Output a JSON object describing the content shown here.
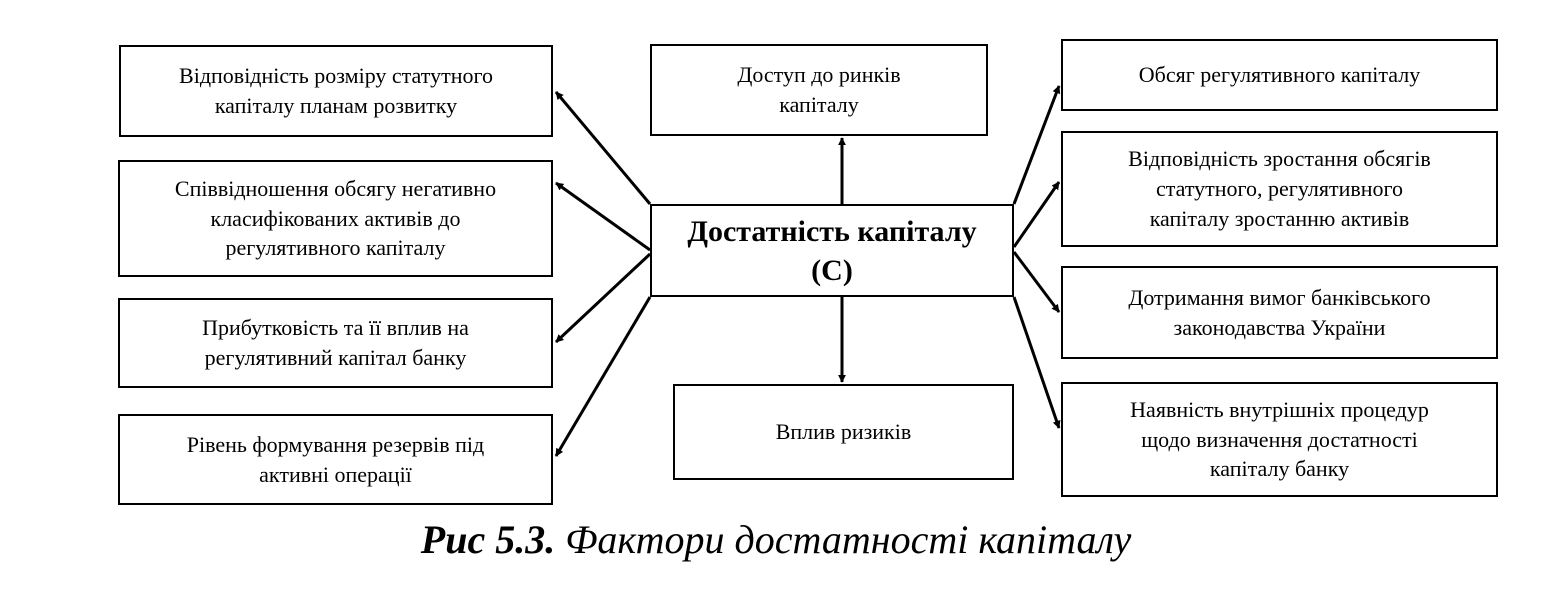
{
  "diagram": {
    "center": "Достатність капіталу\n(С)",
    "top": "Доступ до ринків\nкапіталу",
    "bottom": "Вплив ризиків",
    "left": [
      "Відповідність розміру статутного\nкапіталу планам розвитку",
      "Співвідношення обсягу негативно\nкласифікованих активів до\nрегулятивного капіталу",
      "Прибутковість та її вплив на\nрегулятивний капітал банку",
      "Рівень формування резервів під\nактивні операції"
    ],
    "right": [
      "Обсяг регулятивного капіталу",
      "Відповідність зростання обсягів\nстатутного, регулятивного\nкапіталу зростанню активів",
      "Дотримання вимог банківського\nзаконодавства України",
      "Наявність внутрішніх процедур\nщодо визначення достатності\nкапіталу банку"
    ]
  },
  "caption": {
    "label": "Рис 5.3.",
    "text": "Фактори достатності капіталу"
  }
}
